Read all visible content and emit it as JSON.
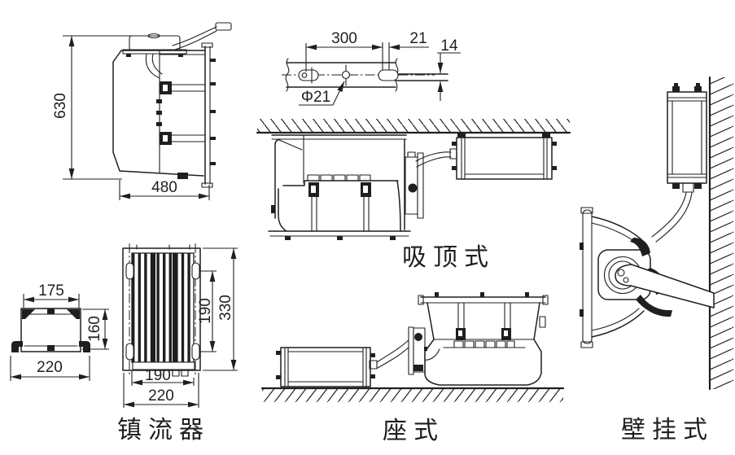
{
  "views": {
    "floodlight_side": {
      "dim_height": "630",
      "dim_width": "480"
    },
    "mounting_plate": {
      "dim_hole_spacing": "300",
      "dim_end_offset": "21",
      "dim_thickness": "14",
      "dim_hole_diameter": "Φ21"
    },
    "ceiling_mount": {
      "label": "吸顶式"
    },
    "ballast_detail": {
      "label": "镇流器",
      "dim_top_width": "175",
      "dim_height": "160",
      "dim_base_width": "220",
      "dim_hole_spacing": "190",
      "dim_total_height": "330",
      "dim_body_width": "190",
      "dim_total_width": "220"
    },
    "floor_mount": {
      "label": "座式"
    },
    "wall_mount": {
      "label": "壁挂式"
    }
  },
  "colors": {
    "line": "#1f1f1f",
    "background": "#ffffff"
  }
}
